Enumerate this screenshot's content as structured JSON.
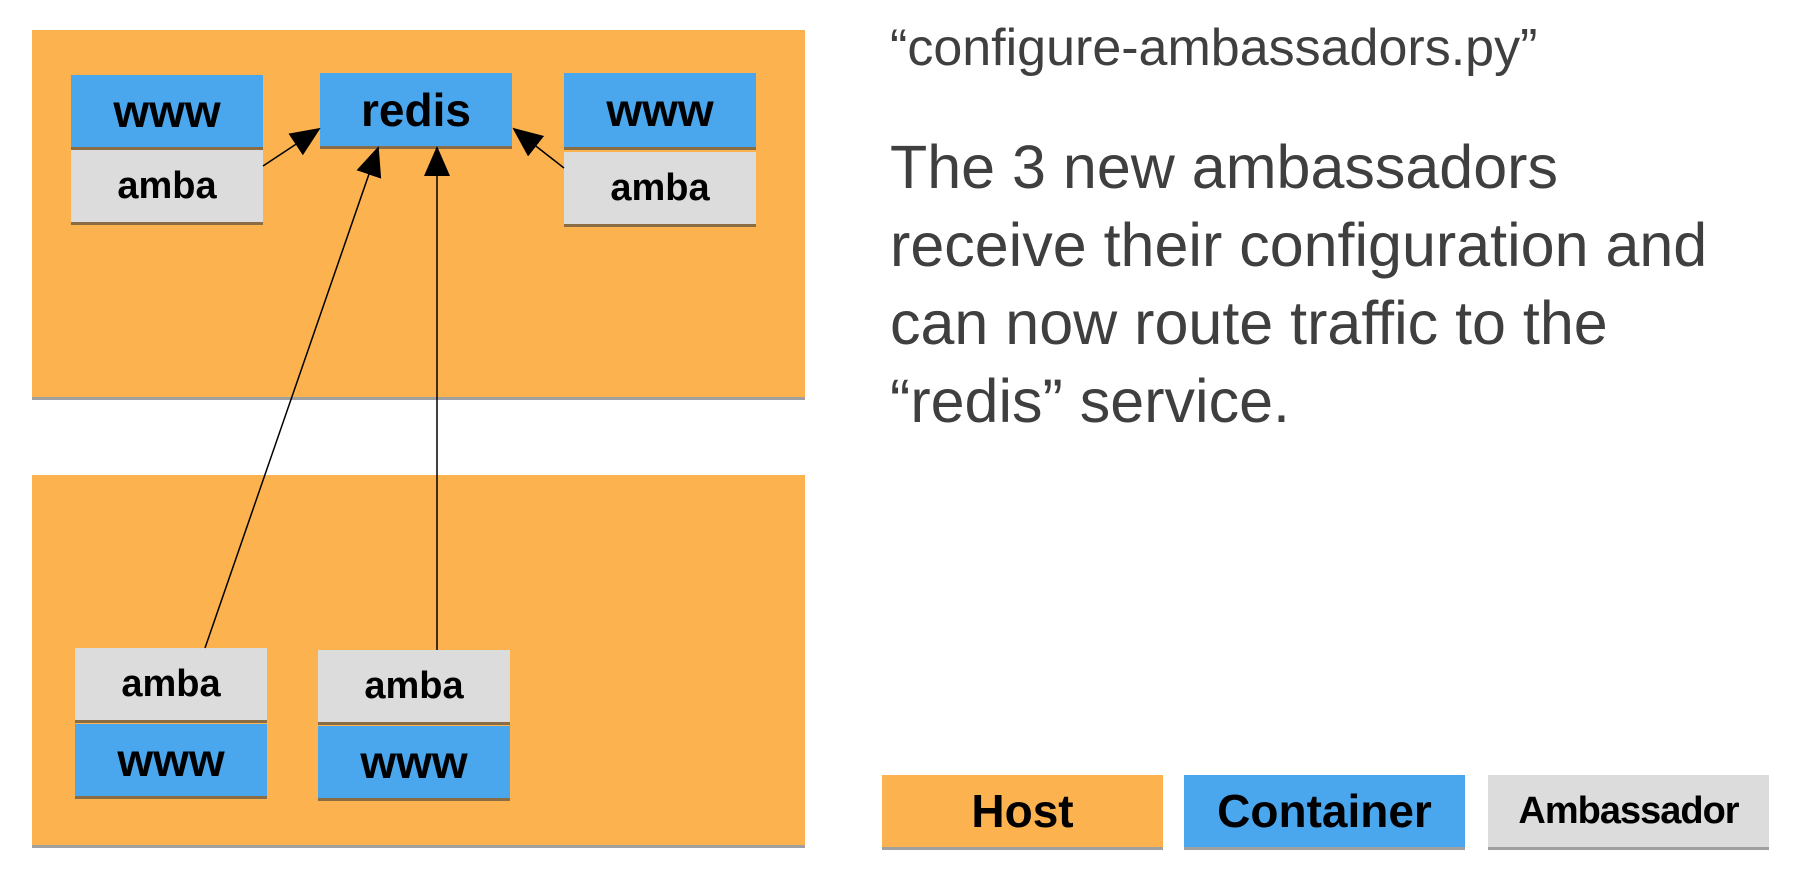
{
  "title": "“configure-ambassadors.py”",
  "description": "The 3 new ambassadors receive their configuration and can now route traffic to the “redis” service.",
  "labels": {
    "redis": "redis",
    "www": "www",
    "amba": "amba"
  },
  "legend": {
    "host": "Host",
    "container": "Container",
    "ambassador": "Ambassador"
  },
  "colors": {
    "host": "#fbb24f",
    "container": "#4aa7ee",
    "ambassador": "#dcdcdc",
    "text": "#3f3f3f"
  }
}
